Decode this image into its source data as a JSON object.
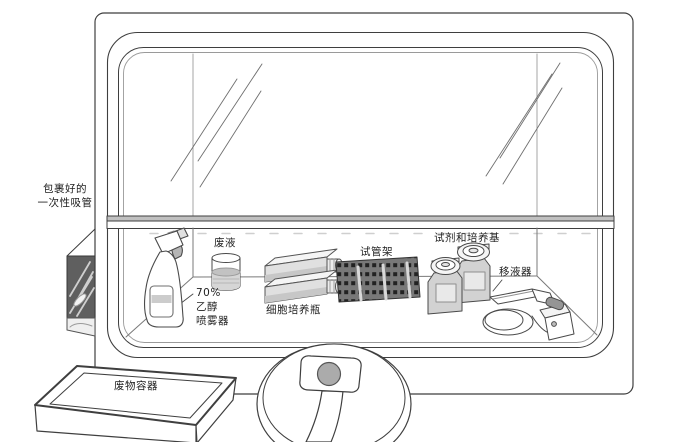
{
  "diagram": {
    "items": {
      "wrapped_pipettes": {
        "label_line1": "包裹好的",
        "label_line2": "一次性吸管"
      },
      "ethanol_sprayer": {
        "label_line1": "70%",
        "label_line2": "乙醇",
        "label_line3": "喷雾器"
      },
      "waste_liquid": {
        "label": "废液"
      },
      "cell_culture_flasks": {
        "label": "细胞培养瓶"
      },
      "test_tube_rack": {
        "label": "试管架"
      },
      "reagents_and_media": {
        "label": "试剂和培养基"
      },
      "pipettor": {
        "label": "移液器"
      },
      "waste_container": {
        "label": "废物容器"
      }
    },
    "colors": {
      "outline": "#3f3f3f",
      "light_fill": "#e0e0e0",
      "mid_gray": "#c6c6c6",
      "dark_fill": "#5f5f5f",
      "background": "#ffffff"
    }
  }
}
